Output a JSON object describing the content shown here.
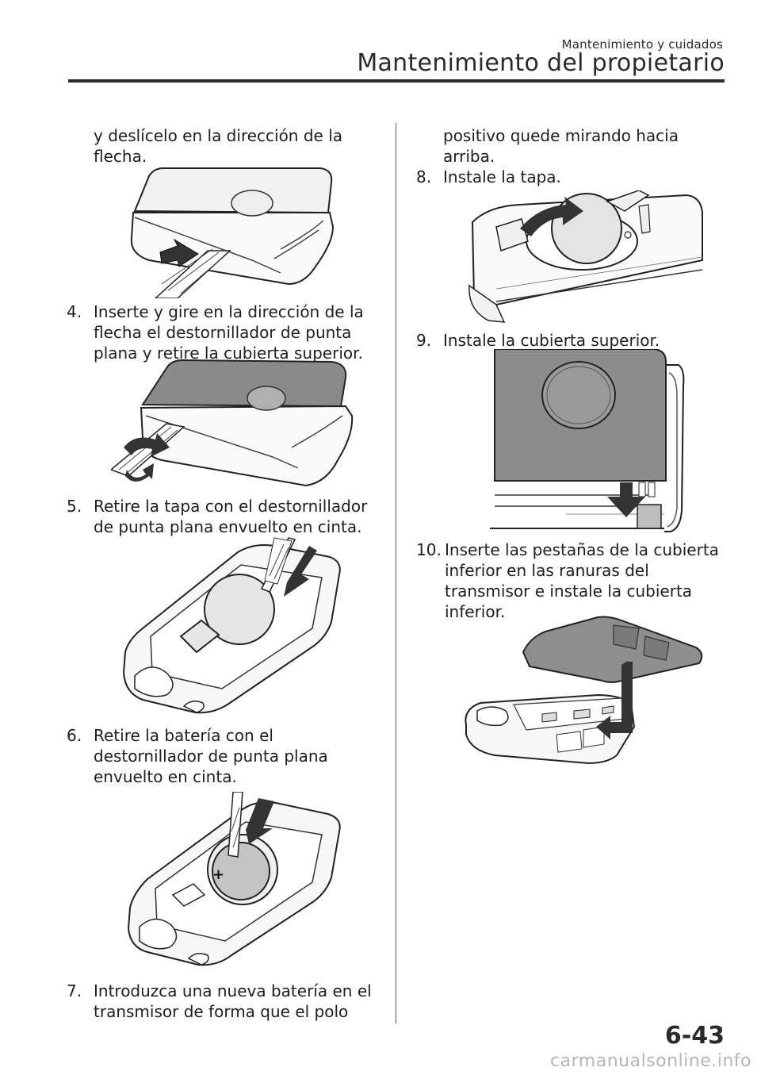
{
  "header": {
    "section": "Mantenimiento y cuidados",
    "title": "Mantenimiento del propietario"
  },
  "left_column": {
    "intro_lines": [
      "y deslícelo en la dirección de la",
      "flecha."
    ],
    "step4": {
      "num": "4.",
      "lines": [
        "Inserte y gire en la dirección de la",
        "flecha el destornillador de punta",
        "plana y retire la cubierta superior."
      ]
    },
    "step5": {
      "num": "5.",
      "lines": [
        "Retire la tapa con el destornillador",
        "de punta plana envuelto en cinta."
      ]
    },
    "step6": {
      "num": "6.",
      "lines": [
        "Retire la batería con el",
        "destornillador de punta plana",
        "envuelto en cinta."
      ]
    },
    "step7": {
      "num": "7.",
      "lines": [
        "Introduzca una nueva batería en el",
        "transmisor de forma que el polo"
      ]
    }
  },
  "right_column": {
    "continued_lines": [
      "positivo quede mirando hacia",
      "arriba."
    ],
    "step8": {
      "num": "8.",
      "lines": [
        "Instale la tapa."
      ]
    },
    "step9": {
      "num": "9.",
      "lines": [
        "Instale la cubierta superior."
      ]
    },
    "step10": {
      "num": "10.",
      "lines": [
        "Inserte las pestañas de la cubierta",
        "inferior en las ranuras del",
        "transmisor e instale la cubierta",
        "inferior."
      ]
    }
  },
  "figures": {
    "battery_plus_mark": "+"
  },
  "footer": {
    "page_number": "6-43",
    "watermark": "carmanualsonline.info"
  }
}
